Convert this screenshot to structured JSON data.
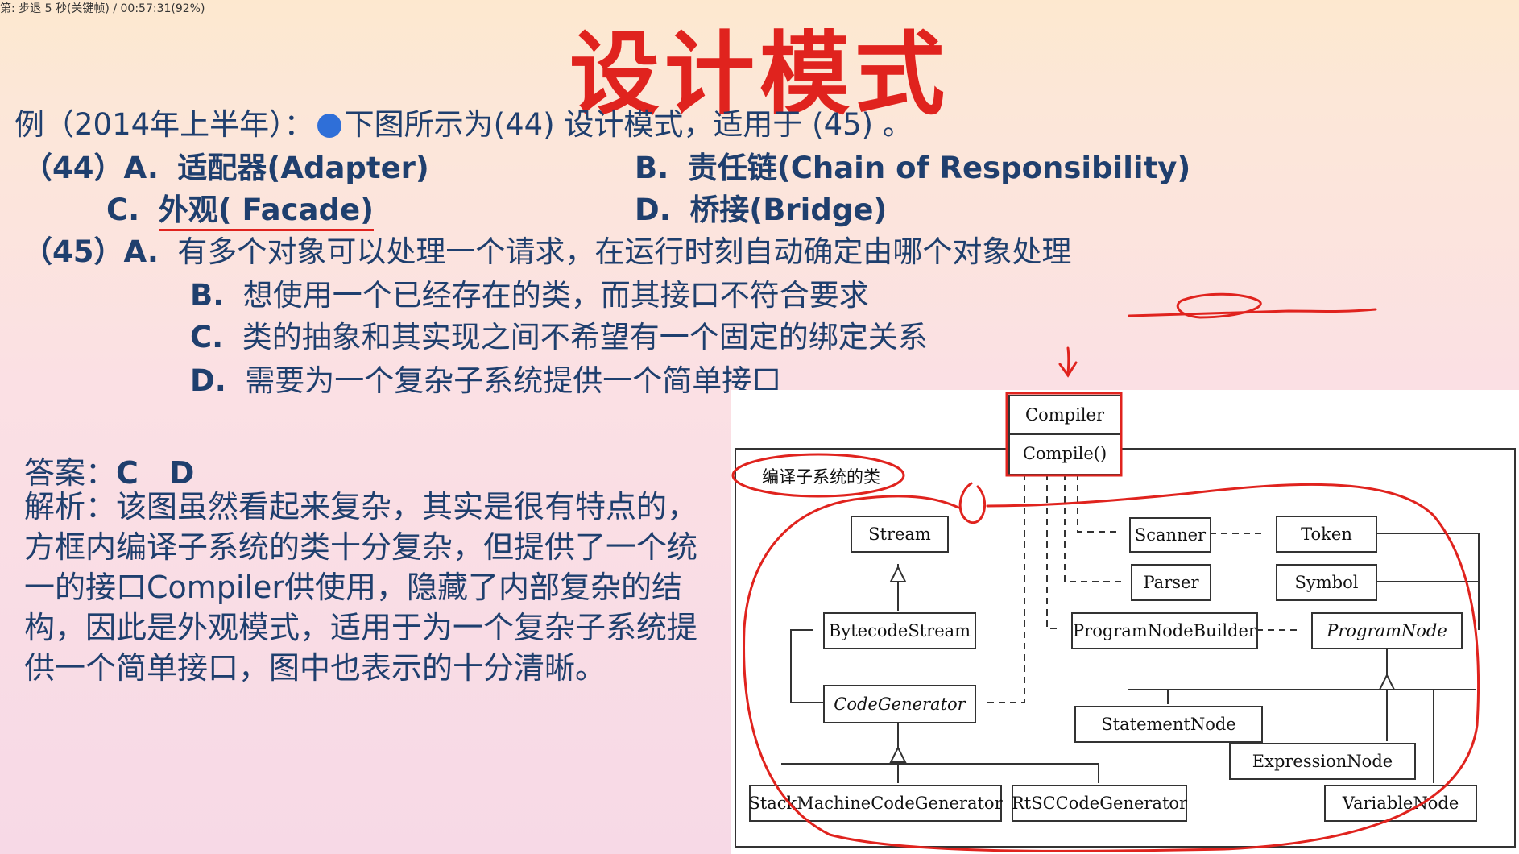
{
  "topbar": {
    "status": "第: 步退 5 秒(关键帧) / 00:57:31(92%)"
  },
  "slide": {
    "title": "设计模式",
    "question": {
      "prefix": "例（2014年上半年）：",
      "text": "下图所示为(44) 设计模式，适用于 (45) 。"
    },
    "q44": {
      "label": "（44）",
      "A": {
        "letter": "A.",
        "text": "适配器(Adapter)"
      },
      "B": {
        "letter": "B.",
        "text": "责任链(Chain of Responsibility)"
      },
      "C": {
        "letter": "C.",
        "text": "外观( Facade)"
      },
      "D": {
        "letter": "D.",
        "text": "桥接(Bridge)"
      }
    },
    "q45": {
      "label": "（45）",
      "A": {
        "letter": "A.",
        "text": "有多个对象可以处理一个请求，在运行时刻自动确定由哪个对象处理"
      },
      "B": {
        "letter": "B.",
        "text": "想使用一个已经存在的类，而其接口不符合要求"
      },
      "C": {
        "letter": "C.",
        "text": "类的抽象和其实现之间不希望有一个固定的绑定关系"
      },
      "D": {
        "letter": "D.",
        "text": "需要为一个复杂子系统提供一个简单接口"
      }
    },
    "answer": {
      "label": "答案：",
      "value": "C　D"
    },
    "analysis": "解析：该图虽然看起来复杂，其实是很有特点的，方框内编译子系统的类十分复杂，但提供了一个统一的接口Compiler供使用，隐藏了内部复杂的结构，因此是外观模式，适用于为一个复杂子系统提供一个简单接口，图中也表示的十分清晰。"
  },
  "diagram": {
    "compiler": {
      "name": "Compiler",
      "operation": "Compile()"
    },
    "subsystem_label": "编译子系统的类",
    "classes": {
      "stream": "Stream",
      "scanner": "Scanner",
      "token": "Token",
      "parser": "Parser",
      "symbol": "Symbol",
      "bytecode_stream": "BytecodeStream",
      "program_node_builder": "ProgramNodeBuilder",
      "program_node": "ProgramNode",
      "code_generator": "CodeGenerator",
      "statement_node": "StatementNode",
      "expression_node": "ExpressionNode",
      "stack_machine_code_generator": "StackMachineCodeGenerator",
      "risc_code_generator": "RtSCCodeGenerator",
      "variable_node": "VariableNode"
    },
    "colors": {
      "annotation": "#e0231e",
      "title": "#e0231e",
      "text": "#1f3f6e"
    }
  }
}
